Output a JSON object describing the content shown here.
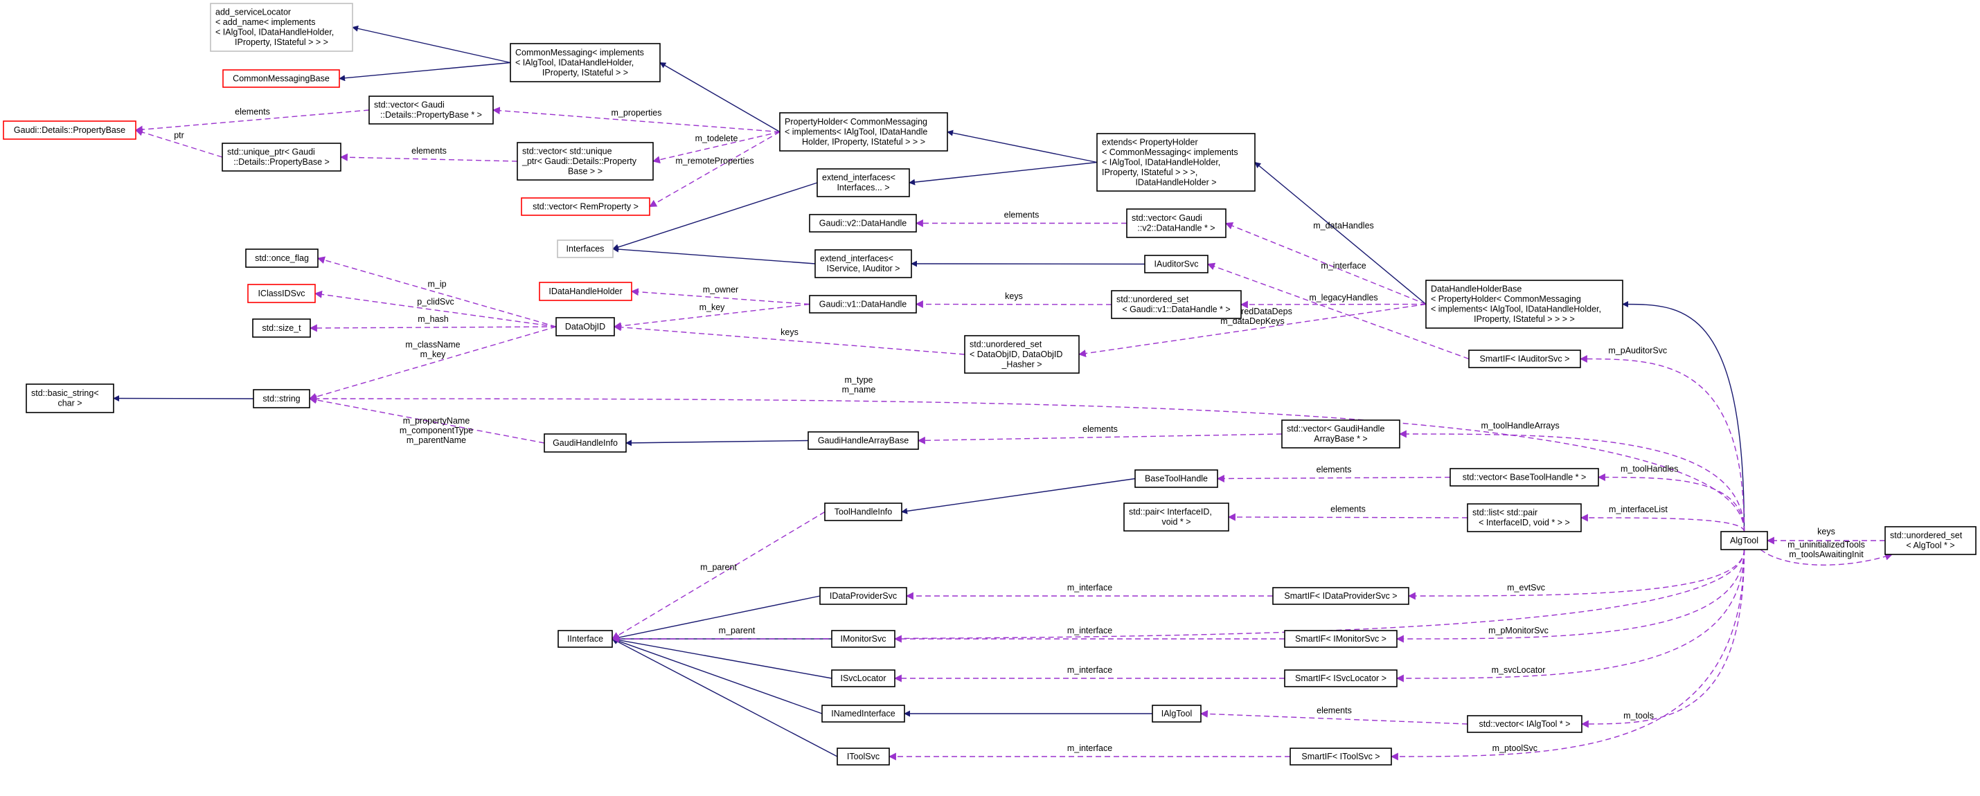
{
  "colors": {
    "inherit": "#191970",
    "usage": "#9a32cd",
    "undocumented_border": "#ff0000",
    "external_border": "#bfbfbf",
    "highlight_fill": "#bfbfbf"
  },
  "nodes": [
    {
      "id": "addsl",
      "style": "gray",
      "lines": [
        "add_serviceLocator",
        "< add_name< implements",
        "< IAlgTool, IDataHandleHolder,",
        "IProperty, IStateful > > >"
      ]
    },
    {
      "id": "cmb",
      "style": "red",
      "lines": [
        "CommonMessagingBase"
      ]
    },
    {
      "id": "cm",
      "style": "normal",
      "lines": [
        "CommonMessaging< implements",
        "< IAlgTool, IDataHandleHolder,",
        "IProperty, IStateful > >"
      ]
    },
    {
      "id": "vpb",
      "style": "normal",
      "lines": [
        "std::vector< Gaudi",
        "::Details::PropertyBase * >"
      ]
    },
    {
      "id": "pb",
      "style": "red",
      "lines": [
        "Gaudi::Details::PropertyBase"
      ]
    },
    {
      "id": "up",
      "style": "normal",
      "lines": [
        "std::unique_ptr< Gaudi",
        "::Details::PropertyBase >"
      ]
    },
    {
      "id": "vup",
      "style": "normal",
      "lines": [
        "std::vector< std::unique",
        "_ptr< Gaudi::Details::Property",
        "Base > >"
      ]
    },
    {
      "id": "rem",
      "style": "red",
      "lines": [
        "std::vector< RemProperty >"
      ]
    },
    {
      "id": "ifs",
      "style": "gray",
      "lines": [
        "Interfaces"
      ]
    },
    {
      "id": "once",
      "style": "normal",
      "lines": [
        "std::once_flag"
      ]
    },
    {
      "id": "ph",
      "style": "normal",
      "lines": [
        "PropertyHolder< CommonMessaging",
        "< implements< IAlgTool, IDataHandle",
        "Holder, IProperty, IStateful > > >"
      ]
    },
    {
      "id": "ext",
      "style": "normal",
      "lines": [
        "extends< PropertyHolder",
        "< CommonMessaging< implements",
        "< IAlgTool, IDataHandleHolder,",
        "IProperty, IStateful > > >,",
        "IDataHandleHolder >"
      ]
    },
    {
      "id": "ei1",
      "style": "normal",
      "lines": [
        "extend_interfaces<",
        "Interfaces... >"
      ]
    },
    {
      "id": "v2",
      "style": "normal",
      "lines": [
        "Gaudi::v2::DataHandle"
      ]
    },
    {
      "id": "vv2",
      "style": "normal",
      "lines": [
        "std::vector< Gaudi",
        "::v2::DataHandle * >"
      ]
    },
    {
      "id": "ei2",
      "style": "normal",
      "lines": [
        "extend_interfaces<",
        "IService, IAuditor >"
      ]
    },
    {
      "id": "ias",
      "style": "normal",
      "lines": [
        "IAuditorSvc"
      ]
    },
    {
      "id": "v1",
      "style": "normal",
      "lines": [
        "Gaudi::v1::DataHandle"
      ]
    },
    {
      "id": "usv1",
      "style": "normal",
      "lines": [
        "std::unordered_set",
        "< Gaudi::v1::DataHandle * >"
      ]
    },
    {
      "id": "usdo",
      "style": "normal",
      "lines": [
        "std::unordered_set",
        "< DataObjID, DataObjID",
        "_Hasher >"
      ]
    },
    {
      "id": "dhhb",
      "style": "normal",
      "lines": [
        "DataHandleHolderBase",
        "< PropertyHolder< CommonMessaging",
        "< implements< IAlgTool, IDataHandleHolder,",
        "IProperty, IStateful > > > >"
      ]
    },
    {
      "id": "sias",
      "style": "normal",
      "lines": [
        "SmartIF< IAuditorSvc >"
      ]
    },
    {
      "id": "icl",
      "style": "red",
      "lines": [
        "IClassIDSvc"
      ]
    },
    {
      "id": "st",
      "style": "normal",
      "lines": [
        "std::size_t"
      ]
    },
    {
      "id": "doid",
      "style": "normal",
      "lines": [
        "DataObjID"
      ]
    },
    {
      "id": "idhh",
      "style": "red",
      "lines": [
        "IDataHandleHolder"
      ]
    },
    {
      "id": "bs",
      "style": "normal",
      "lines": [
        "std::basic_string<",
        "char >"
      ]
    },
    {
      "id": "str",
      "style": "normal",
      "lines": [
        "std::string"
      ]
    },
    {
      "id": "ghi",
      "style": "normal",
      "lines": [
        "GaudiHandleInfo"
      ]
    },
    {
      "id": "ghab",
      "style": "normal",
      "lines": [
        "GaudiHandleArrayBase"
      ]
    },
    {
      "id": "vgha",
      "style": "normal",
      "lines": [
        "std::vector< GaudiHandle",
        "ArrayBase * >"
      ]
    },
    {
      "id": "bth",
      "style": "normal",
      "lines": [
        "BaseToolHandle"
      ]
    },
    {
      "id": "vbth",
      "style": "normal",
      "lines": [
        "std::vector< BaseToolHandle * >"
      ]
    },
    {
      "id": "thi",
      "style": "normal",
      "lines": [
        "ToolHandleInfo"
      ]
    },
    {
      "id": "pair",
      "style": "normal",
      "lines": [
        "std::pair< InterfaceID,",
        "void * >"
      ]
    },
    {
      "id": "list",
      "style": "normal",
      "lines": [
        "std::list< std::pair",
        "< InterfaceID, void * > >"
      ]
    },
    {
      "id": "alg",
      "style": "highlight",
      "lines": [
        "AlgTool"
      ]
    },
    {
      "id": "usalg",
      "style": "normal",
      "lines": [
        "std::unordered_set",
        "< AlgTool * >"
      ]
    },
    {
      "id": "ii",
      "style": "normal",
      "lines": [
        "IInterface"
      ]
    },
    {
      "id": "idps",
      "style": "normal",
      "lines": [
        "IDataProviderSvc"
      ]
    },
    {
      "id": "sidps",
      "style": "normal",
      "lines": [
        "SmartIF< IDataProviderSvc >"
      ]
    },
    {
      "id": "ims",
      "style": "normal",
      "lines": [
        "IMonitorSvc"
      ]
    },
    {
      "id": "sims",
      "style": "normal",
      "lines": [
        "SmartIF< IMonitorSvc >"
      ]
    },
    {
      "id": "isl",
      "style": "normal",
      "lines": [
        "ISvcLocator"
      ]
    },
    {
      "id": "sisl",
      "style": "normal",
      "lines": [
        "SmartIF< ISvcLocator >"
      ]
    },
    {
      "id": "ini",
      "style": "normal",
      "lines": [
        "INamedInterface"
      ]
    },
    {
      "id": "iat",
      "style": "normal",
      "lines": [
        "IAlgTool"
      ]
    },
    {
      "id": "viat",
      "style": "normal",
      "lines": [
        "std::vector< IAlgTool * >"
      ]
    },
    {
      "id": "its",
      "style": "normal",
      "lines": [
        "IToolSvc"
      ]
    },
    {
      "id": "sits",
      "style": "normal",
      "lines": [
        "SmartIF< IToolSvc >"
      ]
    }
  ],
  "edges": [
    {
      "from": "cm",
      "to": "addsl",
      "kind": "inherit",
      "label": []
    },
    {
      "from": "cm",
      "to": "cmb",
      "kind": "inherit",
      "label": []
    },
    {
      "from": "ph",
      "to": "cm",
      "kind": "inherit",
      "label": []
    },
    {
      "from": "ext",
      "to": "ph",
      "kind": "inherit",
      "label": []
    },
    {
      "from": "ext",
      "to": "ei1",
      "kind": "inherit",
      "label": []
    },
    {
      "from": "dhhb",
      "to": "ext",
      "kind": "inherit",
      "label": []
    },
    {
      "from": "alg",
      "to": "dhhb",
      "kind": "inherit",
      "label": []
    },
    {
      "from": "ei1",
      "to": "ifs",
      "kind": "inherit",
      "label": []
    },
    {
      "from": "ei2",
      "to": "ifs",
      "kind": "inherit",
      "label": []
    },
    {
      "from": "ias",
      "to": "ei2",
      "kind": "inherit",
      "label": []
    },
    {
      "from": "str",
      "to": "bs",
      "kind": "inherit",
      "label": []
    },
    {
      "from": "ghab",
      "to": "ghi",
      "kind": "inherit",
      "label": []
    },
    {
      "from": "bth",
      "to": "thi",
      "kind": "inherit",
      "label": []
    },
    {
      "from": "idps",
      "to": "ii",
      "kind": "inherit",
      "label": []
    },
    {
      "from": "ims",
      "to": "ii",
      "kind": "inherit",
      "label": []
    },
    {
      "from": "isl",
      "to": "ii",
      "kind": "inherit",
      "label": []
    },
    {
      "from": "ini",
      "to": "ii",
      "kind": "inherit",
      "label": []
    },
    {
      "from": "its",
      "to": "ii",
      "kind": "inherit",
      "label": []
    },
    {
      "from": "iat",
      "to": "ini",
      "kind": "inherit",
      "label": []
    },
    {
      "from": "vpb",
      "to": "pb",
      "kind": "use",
      "label": [
        "elements"
      ]
    },
    {
      "from": "up",
      "to": "pb",
      "kind": "use",
      "label": [
        "ptr"
      ]
    },
    {
      "from": "vup",
      "to": "up",
      "kind": "use",
      "label": [
        "elements"
      ]
    },
    {
      "from": "ph",
      "to": "vpb",
      "kind": "use",
      "label": [
        "m_properties"
      ]
    },
    {
      "from": "ph",
      "to": "vup",
      "kind": "use",
      "label": [
        "m_todelete"
      ]
    },
    {
      "from": "ph",
      "to": "rem",
      "kind": "use",
      "label": [
        "m_remoteProperties"
      ]
    },
    {
      "from": "doid",
      "to": "once",
      "kind": "use",
      "label": [
        "m_ip"
      ]
    },
    {
      "from": "doid",
      "to": "icl",
      "kind": "use",
      "label": [
        "p_clidSvc"
      ]
    },
    {
      "from": "doid",
      "to": "st",
      "kind": "use",
      "label": [
        "m_hash"
      ]
    },
    {
      "from": "doid",
      "to": "str",
      "kind": "use",
      "label": [
        "m_className",
        "m_key"
      ]
    },
    {
      "from": "v1",
      "to": "idhh",
      "kind": "use",
      "label": [
        "m_owner"
      ]
    },
    {
      "from": "v1",
      "to": "doid",
      "kind": "use",
      "label": [
        "m_key"
      ]
    },
    {
      "from": "usdo",
      "to": "doid",
      "kind": "use",
      "label": [
        "keys"
      ]
    },
    {
      "from": "vv2",
      "to": "v2",
      "kind": "use",
      "label": [
        "elements"
      ]
    },
    {
      "from": "dhhb",
      "to": "vv2",
      "kind": "use",
      "label": [
        "m_dataHandles"
      ]
    },
    {
      "from": "sias",
      "to": "ias",
      "kind": "use",
      "label": [
        "m_interface"
      ]
    },
    {
      "from": "usv1",
      "to": "v1",
      "kind": "use",
      "label": [
        "keys"
      ]
    },
    {
      "from": "dhhb",
      "to": "usv1",
      "kind": "use",
      "label": [
        "m_legacyHandles"
      ]
    },
    {
      "from": "dhhb",
      "to": "usdo",
      "kind": "use",
      "label": [
        "m_ignoredDataDeps",
        "m_dataDepKeys"
      ]
    },
    {
      "from": "alg",
      "to": "sias",
      "kind": "use",
      "label": [
        "m_pAuditorSvc"
      ]
    },
    {
      "from": "alg",
      "to": "str",
      "kind": "use",
      "label": [
        "m_type",
        "m_name"
      ]
    },
    {
      "from": "ghi",
      "to": "str",
      "kind": "use",
      "label": [
        "m_propertyName",
        "m_componentType",
        "m_parentName"
      ]
    },
    {
      "from": "vgha",
      "to": "ghab",
      "kind": "use",
      "label": [
        "elements"
      ]
    },
    {
      "from": "alg",
      "to": "vgha",
      "kind": "use",
      "label": [
        "m_toolHandleArrays"
      ]
    },
    {
      "from": "vbth",
      "to": "bth",
      "kind": "use",
      "label": [
        "elements"
      ]
    },
    {
      "from": "alg",
      "to": "vbth",
      "kind": "use",
      "label": [
        "m_toolHandles"
      ]
    },
    {
      "from": "thi",
      "to": "ii",
      "kind": "use",
      "label": [
        "m_parent"
      ]
    },
    {
      "from": "list",
      "to": "pair",
      "kind": "use",
      "label": [
        "elements"
      ]
    },
    {
      "from": "alg",
      "to": "list",
      "kind": "use",
      "label": [
        "m_interfaceList"
      ]
    },
    {
      "from": "alg",
      "to": "ii",
      "kind": "use",
      "label": [
        "m_parent"
      ]
    },
    {
      "from": "usalg",
      "to": "alg",
      "kind": "use",
      "label": [
        "keys"
      ]
    },
    {
      "from": "alg",
      "to": "usalg",
      "kind": "use",
      "label": [
        "m_uninitializedTools",
        "m_toolsAwaitingInit"
      ]
    },
    {
      "from": "sidps",
      "to": "idps",
      "kind": "use",
      "label": [
        "m_interface"
      ]
    },
    {
      "from": "alg",
      "to": "sidps",
      "kind": "use",
      "label": [
        "m_evtSvc"
      ]
    },
    {
      "from": "sims",
      "to": "ims",
      "kind": "use",
      "label": [
        "m_interface"
      ]
    },
    {
      "from": "alg",
      "to": "sims",
      "kind": "use",
      "label": [
        "m_pMonitorSvc"
      ]
    },
    {
      "from": "sisl",
      "to": "isl",
      "kind": "use",
      "label": [
        "m_interface"
      ]
    },
    {
      "from": "alg",
      "to": "sisl",
      "kind": "use",
      "label": [
        "m_svcLocator"
      ]
    },
    {
      "from": "viat",
      "to": "iat",
      "kind": "use",
      "label": [
        "elements"
      ]
    },
    {
      "from": "alg",
      "to": "viat",
      "kind": "use",
      "label": [
        "m_tools"
      ]
    },
    {
      "from": "sits",
      "to": "its",
      "kind": "use",
      "label": [
        "m_interface"
      ]
    },
    {
      "from": "alg",
      "to": "sits",
      "kind": "use",
      "label": [
        "m_ptoolSvc"
      ]
    }
  ]
}
